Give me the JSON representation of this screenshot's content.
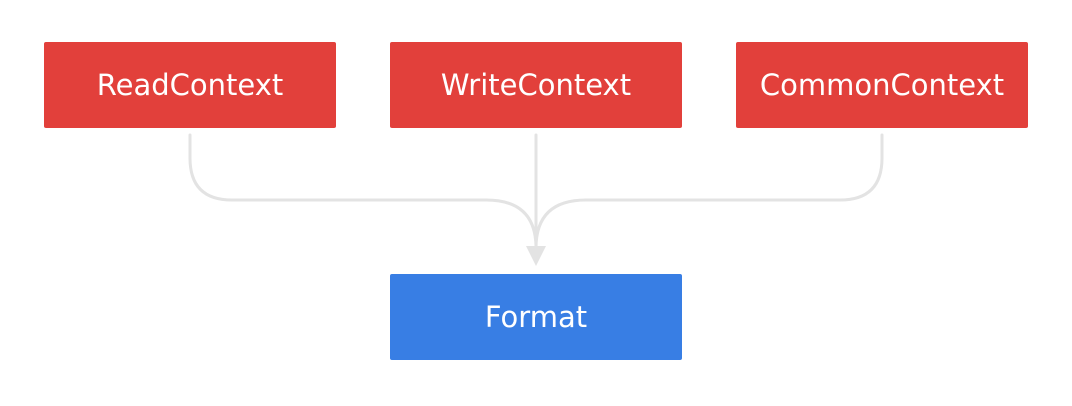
{
  "diagram": {
    "nodes": {
      "read_context": "ReadContext",
      "write_context": "WriteContext",
      "common_context": "CommonContext",
      "format": "Format"
    },
    "colors": {
      "source_node": "#e2403b",
      "target_node": "#387ee4",
      "connector": "#e3e3e3",
      "node_text": "#ffffff"
    }
  }
}
